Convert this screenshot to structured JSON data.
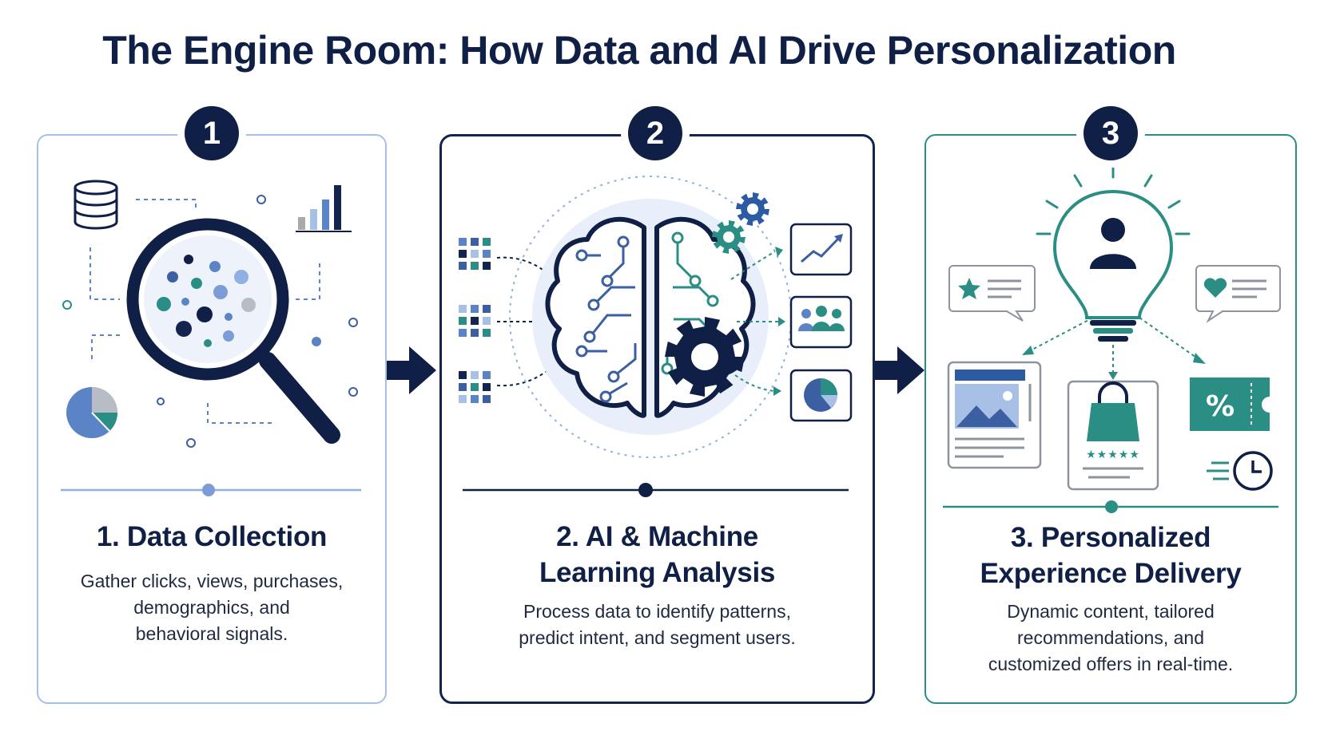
{
  "title": "The Engine Room: How Data and AI Drive Personalization",
  "steps": [
    {
      "number": "1",
      "heading": "1.  Data Collection",
      "description_lines": [
        "Gather clicks, views, purchases,",
        "demographics, and",
        "behavioral signals."
      ]
    },
    {
      "number": "2",
      "heading_lines": [
        "2. AI & Machine",
        "Learning Analysis"
      ],
      "description_lines": [
        "Process data to identify patterns,",
        "predict intent, and segment users."
      ]
    },
    {
      "number": "3",
      "heading_lines": [
        "3. Personalized",
        "Experience Delivery"
      ],
      "description_lines": [
        "Dynamic content, tailored",
        "recommendations, and",
        "customized offers in real-time."
      ]
    }
  ],
  "icons": {
    "percent_tag_text": "%",
    "rating_stars": "★★★★★"
  },
  "colors": {
    "navy": "#0f1f45",
    "light_blue": "#a9c0e6",
    "medium_blue": "#5b84c6",
    "teal": "#2b8e85"
  }
}
